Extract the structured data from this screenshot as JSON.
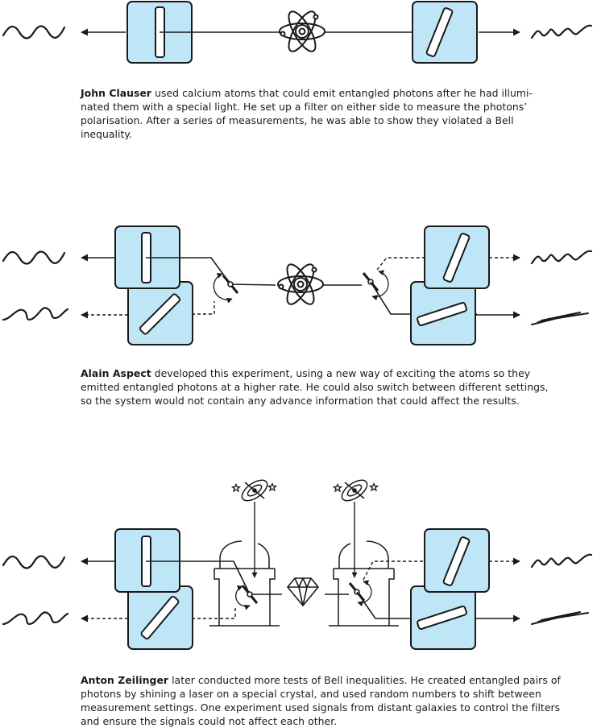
{
  "panels": [
    {
      "name_bold": "John Clauser",
      "caption_rest": [
        " used calcium atoms that could emit entangled photons after he had illumi-",
        "nated them with a special light. He set up a filter on either side to measure the photons’",
        "polarisation. After a series of measurements, he was able to show they violated a Bell",
        "inequality."
      ]
    },
    {
      "name_bold": "Alain Aspect",
      "caption_rest": [
        " developed this experiment, using a new way of exciting the atoms so they",
        "emitted entangled photons at a higher rate. He could also switch between different settings,",
        "so the system would not contain any advance information that could affect the results."
      ]
    },
    {
      "name_bold": "Anton Zeilinger",
      "caption_rest": [
        " later conducted more tests of Bell inequalities. He created entangled pairs of",
        "photons by shining a laser on a special crystal, and used random numbers to shift between",
        "measurement settings. One experiment used signals from distant galaxies to control the filters",
        "and ensure the signals could not affect each other."
      ]
    }
  ],
  "colors": {
    "filter_fill": "#bfe6f7",
    "ink": "#1a1a1a"
  },
  "icons": [
    "atom-icon",
    "crystal-icon",
    "galaxy-icon",
    "star-icon",
    "polarizing-filter-icon",
    "switch-icon",
    "photon-wave-icon",
    "arrow-icon"
  ]
}
